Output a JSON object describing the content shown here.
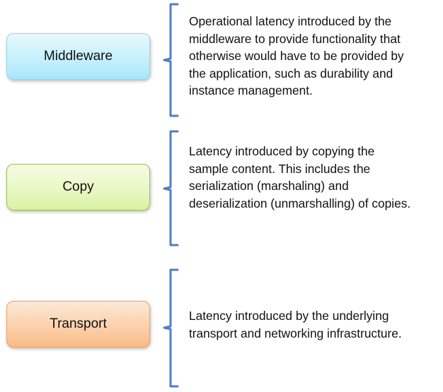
{
  "diagram": {
    "colors": {
      "bracket": "#4f7fc0",
      "middleware_fill": "#c6f0fd",
      "copy_fill": "#e9f8c4",
      "transport_fill": "#fcd1ac"
    },
    "items": [
      {
        "label": "Middleware",
        "description_lines": [
          "Operational latency introduced by the",
          "middleware to provide functionality that",
          "otherwise would have to be provided by",
          "the application, such as durability and",
          "instance management."
        ]
      },
      {
        "label": "Copy",
        "description_lines": [
          "Latency introduced by copying the",
          "sample content. This includes the",
          "serialization (marshaling) and",
          "deserialization (unmarshalling) of copies."
        ]
      },
      {
        "label": "Transport",
        "description_lines": [
          "Latency introduced by the underlying",
          "transport and networking infrastructure."
        ]
      }
    ]
  }
}
